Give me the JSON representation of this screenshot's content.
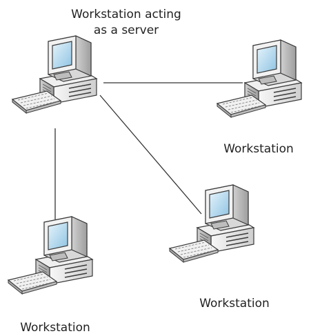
{
  "diagram": {
    "server": {
      "label": "Workstation acting as a server"
    },
    "workstations": [
      {
        "label": "Workstation"
      },
      {
        "label": "Workstation"
      },
      {
        "label": "Workstation"
      }
    ],
    "connections": [
      {
        "from": "server",
        "to": "workstation-right"
      },
      {
        "from": "server",
        "to": "workstation-middle"
      },
      {
        "from": "server",
        "to": "workstation-bottom"
      }
    ]
  },
  "colors": {
    "line": "#333333",
    "case_light": "#f4f4f4",
    "case_mid": "#d9d9d9",
    "case_dark": "#a9a9a9",
    "outline": "#3a3a3a",
    "screen": "#b9dcef",
    "screen_highlight": "#e6f4fb"
  }
}
